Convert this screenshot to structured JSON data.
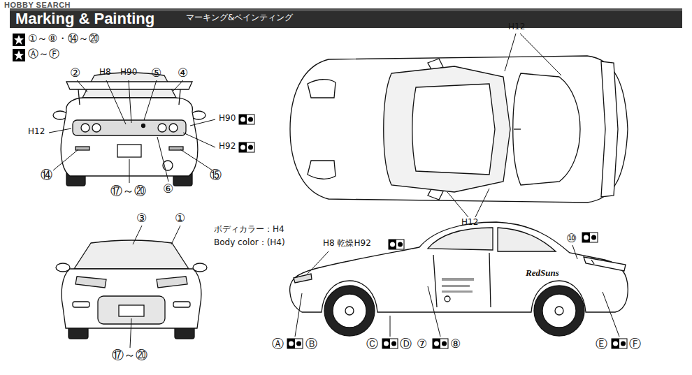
{
  "diagram": {
    "title": "Marking & Painting",
    "labels": [
      "HOBBY SEARCH",
      "マーキング&ペインティング",
      "②",
      "H8",
      "H90",
      "⑤",
      "④",
      "H12",
      "H90",
      "H92",
      "⑭",
      "⑮",
      "⑥",
      "⑰～⑳",
      "③",
      "①",
      "⑰～⑳",
      "H12",
      "H12",
      "ボディカラー：H4",
      "Body color：(H4)",
      "H8 乾燥H92",
      "⑩",
      "RedSuns",
      "Ⓐ",
      "Ⓑ",
      "Ⓒ",
      "Ⓓ",
      "⑦",
      "⑧",
      "Ⓔ",
      "Ⓕ"
    ],
    "legend": [
      {
        "text": "①～⑧・⑭～⑳"
      },
      {
        "text": "Ⓐ～Ⓕ"
      }
    ]
  }
}
